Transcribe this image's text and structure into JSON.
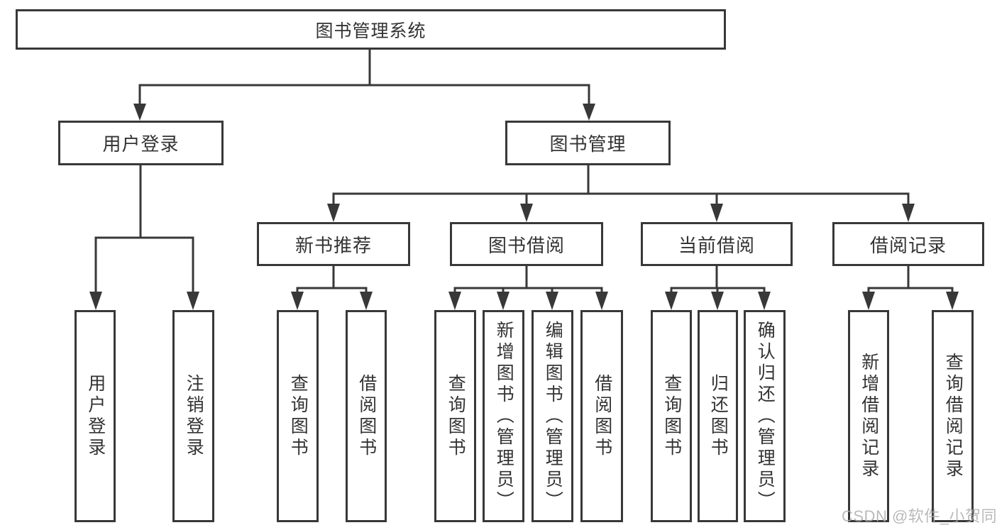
{
  "diagram": {
    "root": "图书管理系统",
    "level2": {
      "user_login": "用户登录",
      "book_mgmt": "图书管理"
    },
    "level3": {
      "new_book": "新书推荐",
      "book_borrow": "图书借阅",
      "current_borrow": "当前借阅",
      "borrow_records": "借阅记录"
    },
    "leaves": {
      "ul_login": "用户登录",
      "ul_logout": "注销登录",
      "nb_query": "查询图书",
      "nb_borrow": "借阅图书",
      "bb_query": "查询图书",
      "bb_add": "新增图书（管理员）",
      "bb_edit": "编辑图书（管理员）",
      "bb_borrow": "借阅图书",
      "cb_query": "查询图书",
      "cb_return": "归还图书",
      "cb_confirm": "确认归还（管理员）",
      "br_add": "新增借阅记录",
      "br_query": "查询借阅记录"
    }
  },
  "watermark": "CSDN @软件_小贺同学",
  "colors": {
    "line": "#383838",
    "text": "#333333",
    "background": "#ffffff",
    "watermark": "#ababab"
  }
}
